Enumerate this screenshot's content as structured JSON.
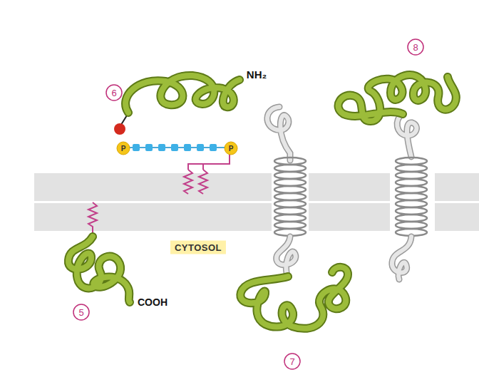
{
  "diagram": {
    "labels": [
      "6",
      "NH₂",
      "5",
      "COOH",
      "CYTOSOL",
      "7",
      "8"
    ]
  }
}
